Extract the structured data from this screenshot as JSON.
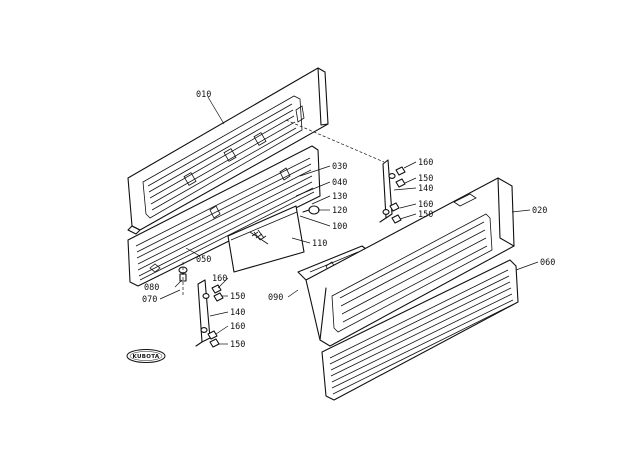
{
  "diagram": {
    "part_labels": {
      "p010": "010",
      "p020": "020",
      "p030": "030",
      "p040": "040",
      "p050": "050",
      "p060": "060",
      "p070": "070",
      "p080": "080",
      "p090": "090",
      "p100": "100",
      "p110": "110",
      "p120": "120",
      "p130": "130",
      "p140a": "140",
      "p140b": "140",
      "p150a": "150",
      "p150b": "150",
      "p150c": "150",
      "p150d": "150",
      "p160a": "160",
      "p160b": "160",
      "p160c": "160",
      "p160d": "160"
    },
    "logo_text": "KUBOTA"
  }
}
